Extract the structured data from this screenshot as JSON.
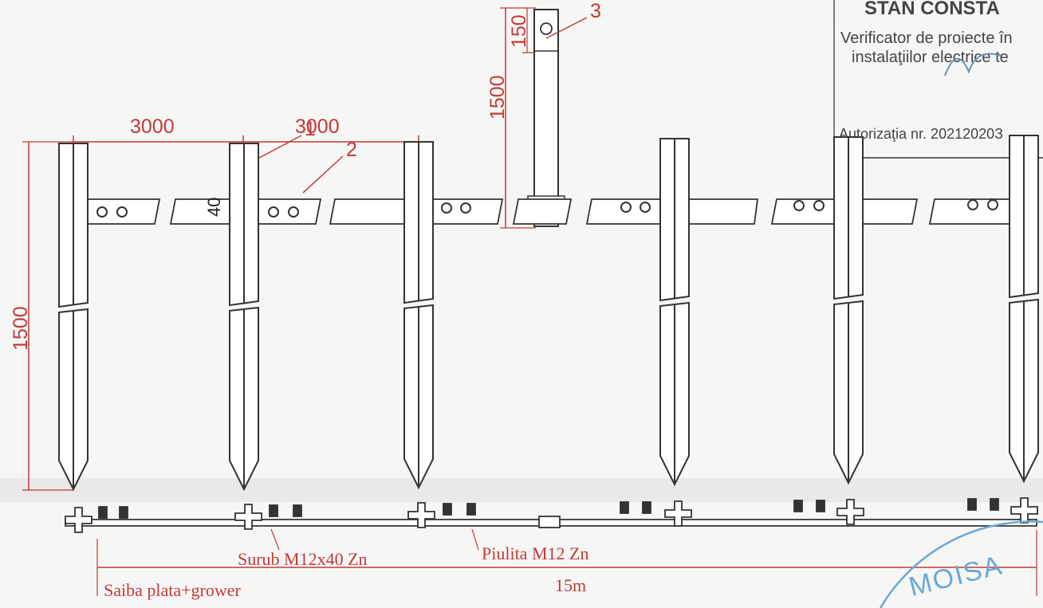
{
  "dimensions": {
    "span_a": "3000",
    "span_b": "3000",
    "rod_height": "1500",
    "conn_height": "1500",
    "conn_top": "150",
    "plate_mark": "40",
    "total_length": "15m"
  },
  "callouts": {
    "c1": "1",
    "c2": "2",
    "c3": "3"
  },
  "labels": {
    "bolt": "Surub M12x40 Zn",
    "nut": "Piulita M12 Zn",
    "washer": "Saiba plata+grower"
  },
  "stamp": {
    "name": "STAN CONSTA",
    "line1": "Verificator de proiecte în",
    "line2": "instalaţiilor electrice te",
    "line3": "Autorizaţia nr. 20212020З"
  },
  "seal_text": "MOISA",
  "colors": {
    "dimension": "#c23a3a",
    "linework": "#333333",
    "seal": "#6aa8d8"
  }
}
